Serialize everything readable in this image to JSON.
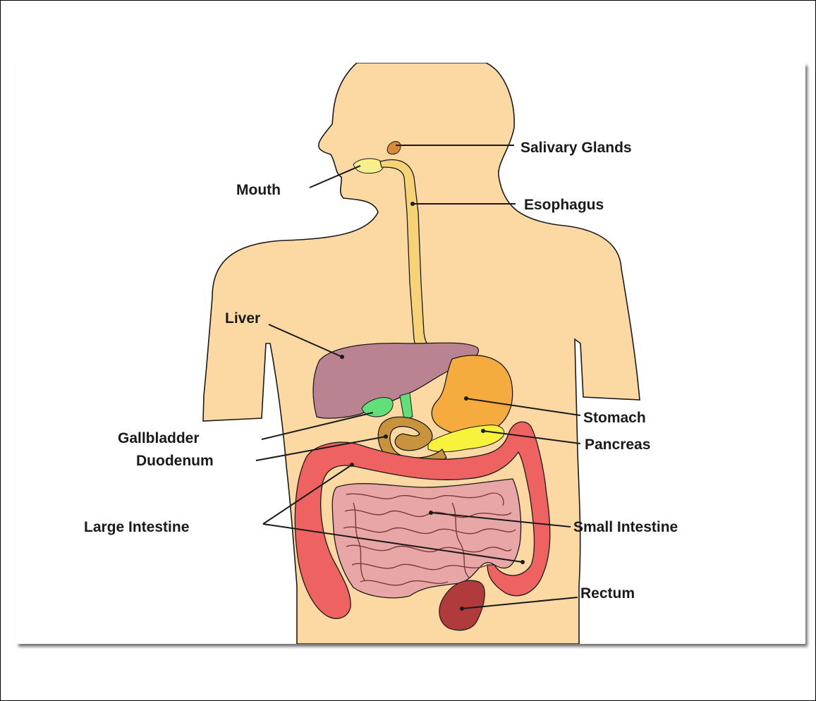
{
  "colors": {
    "skin": "#fcd9a3",
    "outline": "#1a1a1a",
    "liver": "#b98391",
    "gallbladder": "#61e07a",
    "stomach": "#f5ab3d",
    "pancreas": "#f7f23c",
    "duodenum": "#c9923d",
    "large_intestine": "#ef6262",
    "small_intestine": "#e9a6a6",
    "rectum": "#b03a3c",
    "esophagus": "#f6d376",
    "salivary": "#d9893a",
    "mouth": "#f7ee8c"
  },
  "labels": {
    "salivary_glands": "Salivary Glands",
    "mouth": "Mouth",
    "esophagus": "Esophagus",
    "liver": "Liver",
    "stomach": "Stomach",
    "gallbladder": "Gallbladder",
    "pancreas": "Pancreas",
    "duodenum": "Duodenum",
    "large_intestine": "Large Intestine",
    "small_intestine": "Small Intestine",
    "rectum": "Rectum"
  }
}
